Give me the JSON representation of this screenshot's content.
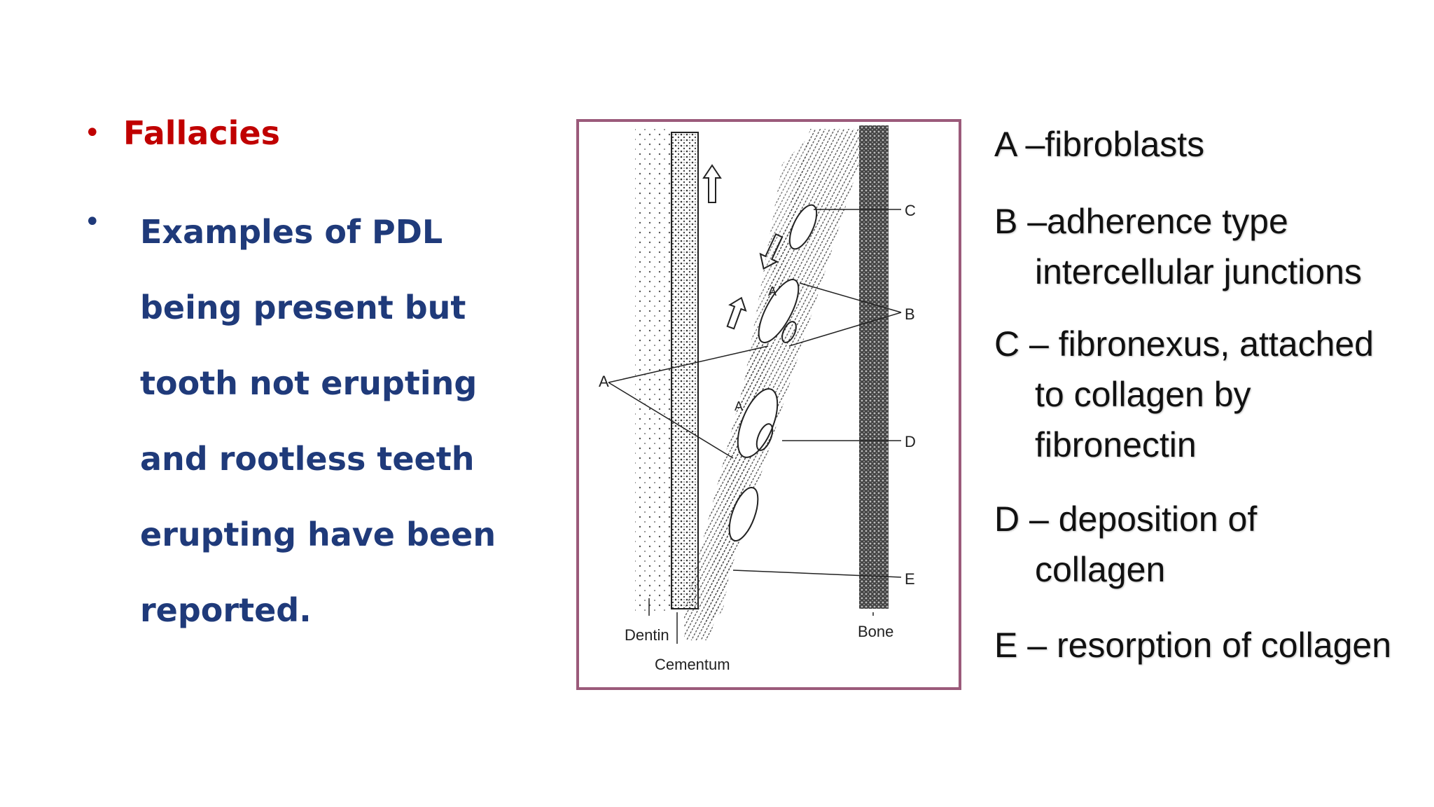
{
  "colors": {
    "heading": "#c00000",
    "body": "#1f3a7a",
    "frame": "#9b5a7a",
    "legend_text": "#111111"
  },
  "left": {
    "bullet_symbol": "•",
    "heading": "Fallacies",
    "body": "Examples of PDL being present but tooth not erupting and rootless teeth erupting have been reported."
  },
  "figure": {
    "labels": {
      "dentin": "Dentin",
      "cementum": "Cementum",
      "bone": "Bone",
      "a": "A",
      "b": "B",
      "c": "C",
      "d": "D",
      "e": "E"
    }
  },
  "legend": {
    "a": "A –fibroblasts",
    "b_line1": "B –adherence type",
    "b_line2": "intercellular junctions",
    "c_line1": "C – fibronexus, attached",
    "c_line2": "to collagen by",
    "c_line3": "fibronectin",
    "d_line1": "D – deposition of",
    "d_line2": "collagen",
    "e": "E – resorption of collagen"
  }
}
